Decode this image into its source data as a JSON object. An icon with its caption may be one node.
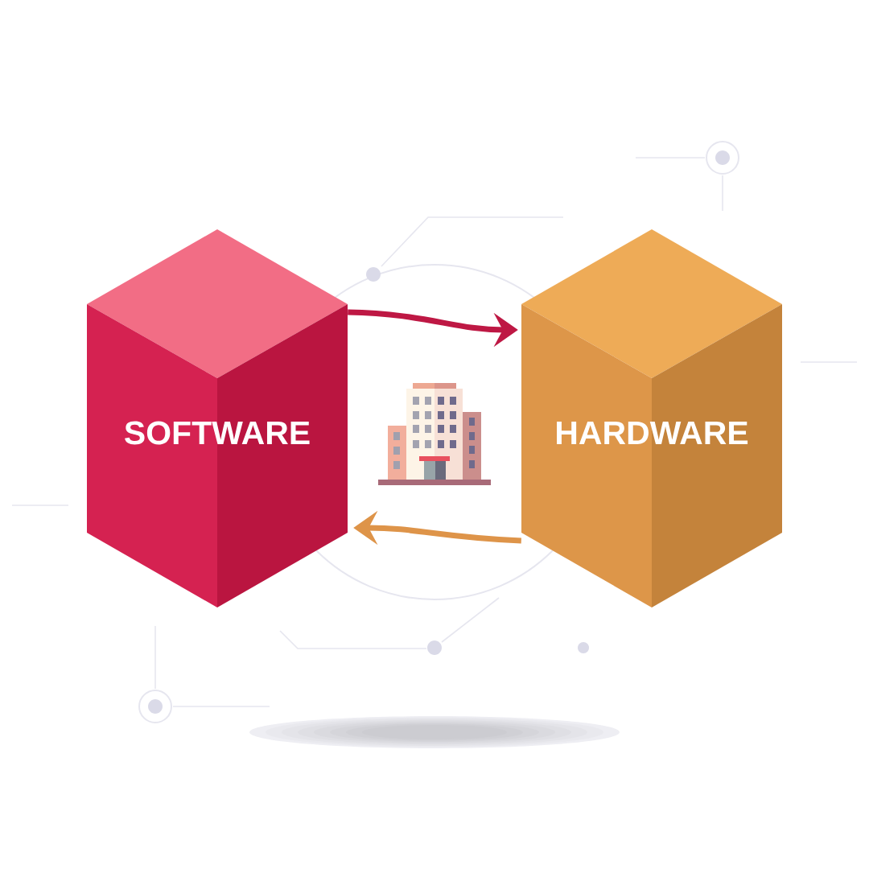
{
  "diagram": {
    "nodes": [
      {
        "text": [
          "SOFTWARE"
        ]
      },
      {
        "text": [
          "HARDWARE"
        ]
      }
    ],
    "edges": [
      {
        "from": 0,
        "to": 1,
        "arrow": "to",
        "color": "#be1844"
      },
      {
        "from": 1,
        "to": 0,
        "arrow": "to",
        "color": "#de9449"
      }
    ]
  }
}
